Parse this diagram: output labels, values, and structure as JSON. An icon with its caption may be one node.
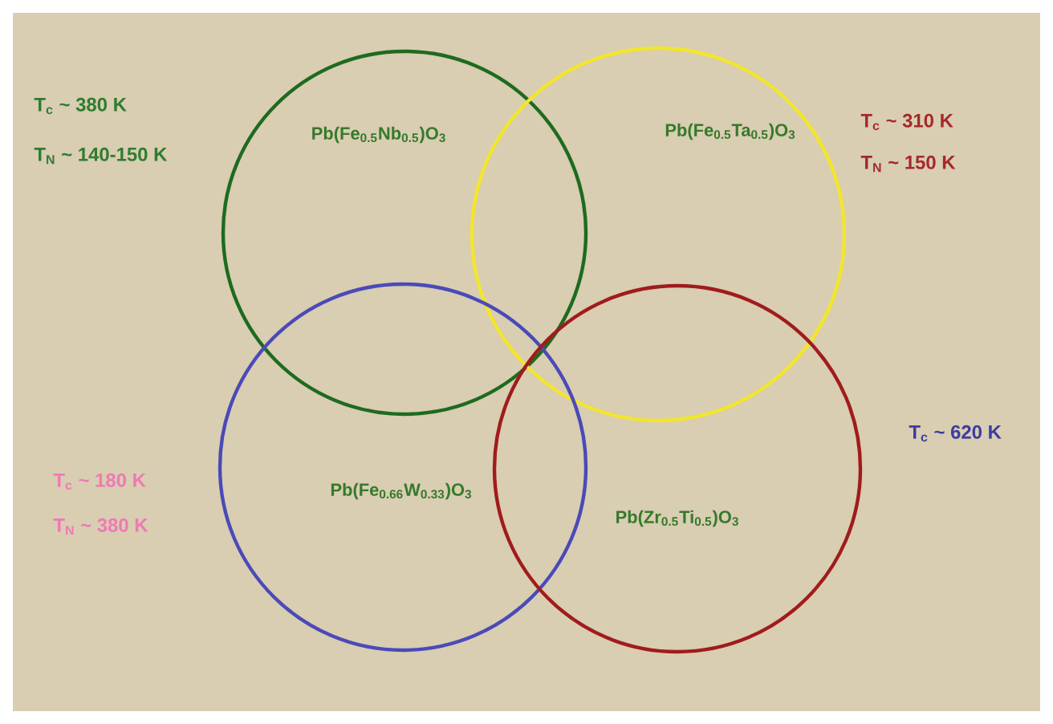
{
  "diagram": {
    "nodes": [
      {
        "text": [
          "Pb(Fe$_{0.5}$Nb$_{0.5}$)O$_{3}$"
        ]
      },
      {
        "text": [
          "Pb(Fe$_{0.5}$Ta$_{0.5}$)O$_{3}$"
        ]
      },
      {
        "text": [
          "Pb(Fe$_{0.66}$W$_{0.33}$)O$_{3}$"
        ]
      },
      {
        "text": [
          "Pb(Zr$_{0.5}$Ti$_{0.5}$)O$_{3}$"
        ]
      }
    ],
    "labels": [
      "T$_{c}$ ~ 380 K",
      "T$_{N}$ ~ 140-150 K",
      "T$_{c}$ ~ 310 K",
      "T$_{N}$ ~ 150 K",
      "T$_{c}$ ~ 620 K",
      "T$_{c}$ ~ 180 K",
      "T$_{N}$ ~ 380 K"
    ]
  }
}
